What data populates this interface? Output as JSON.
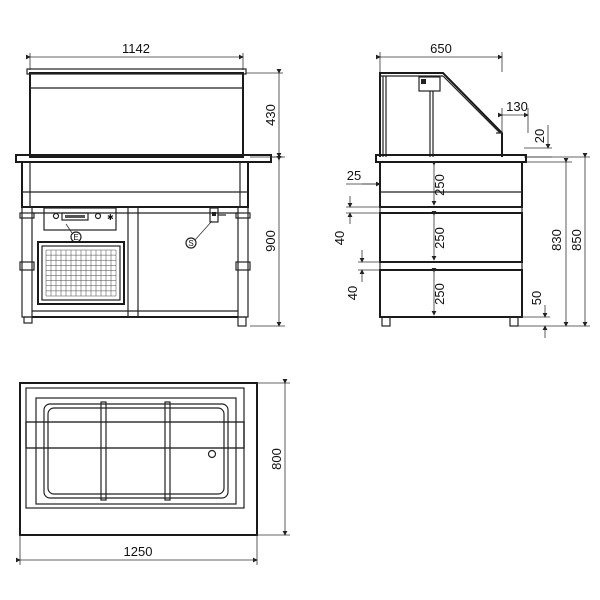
{
  "front_view": {
    "width": "1142",
    "hood_height": "430",
    "total_height": "900",
    "controller_marker": "E",
    "solenoid_marker": "S"
  },
  "side_view": {
    "depth": "650",
    "hood_depth": "130",
    "top_offset": "20",
    "left_offset": "25",
    "section_1": "250",
    "section_2": "250",
    "section_3": "250",
    "gap_1": "40",
    "gap_2": "40",
    "foot": "50",
    "inner_height": "830",
    "outer_height": "850"
  },
  "top_view": {
    "width": "1250",
    "depth": "800"
  }
}
